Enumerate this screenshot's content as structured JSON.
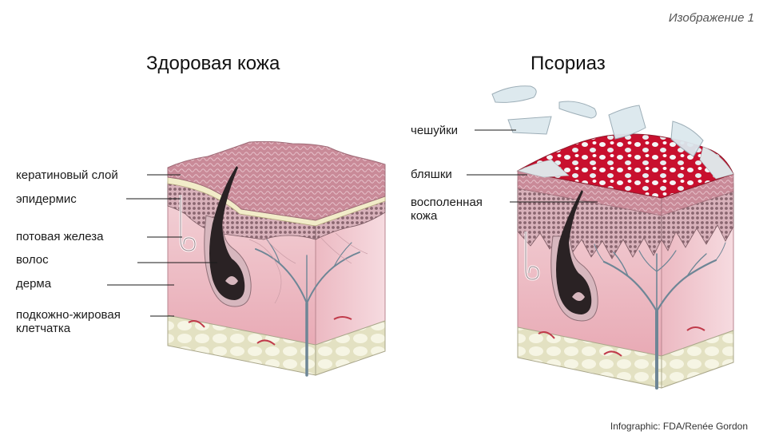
{
  "figure_label": "Изображение 1",
  "left_panel": {
    "title": "Здоровая кожа",
    "labels": [
      "кератиновый слой",
      "эпидермис",
      "потовая железа",
      "волос",
      "дерма",
      "подкожно-жировая клетчатка"
    ]
  },
  "right_panel": {
    "title": "Псориаз",
    "labels": [
      "чешуйки",
      "бляшки",
      "восполенная кожа"
    ]
  },
  "credit": "Infographic: FDA/Renée Gordon",
  "colors": {
    "surface": "#c98a98",
    "epidermis_dots": "#8a6670",
    "dermis": "#f0c4cc",
    "fat": "#f1f0d8",
    "hair": "#2a2224",
    "vessel": "#6e8696",
    "plaque": "#c8102e",
    "scale": "#dce8ee"
  }
}
